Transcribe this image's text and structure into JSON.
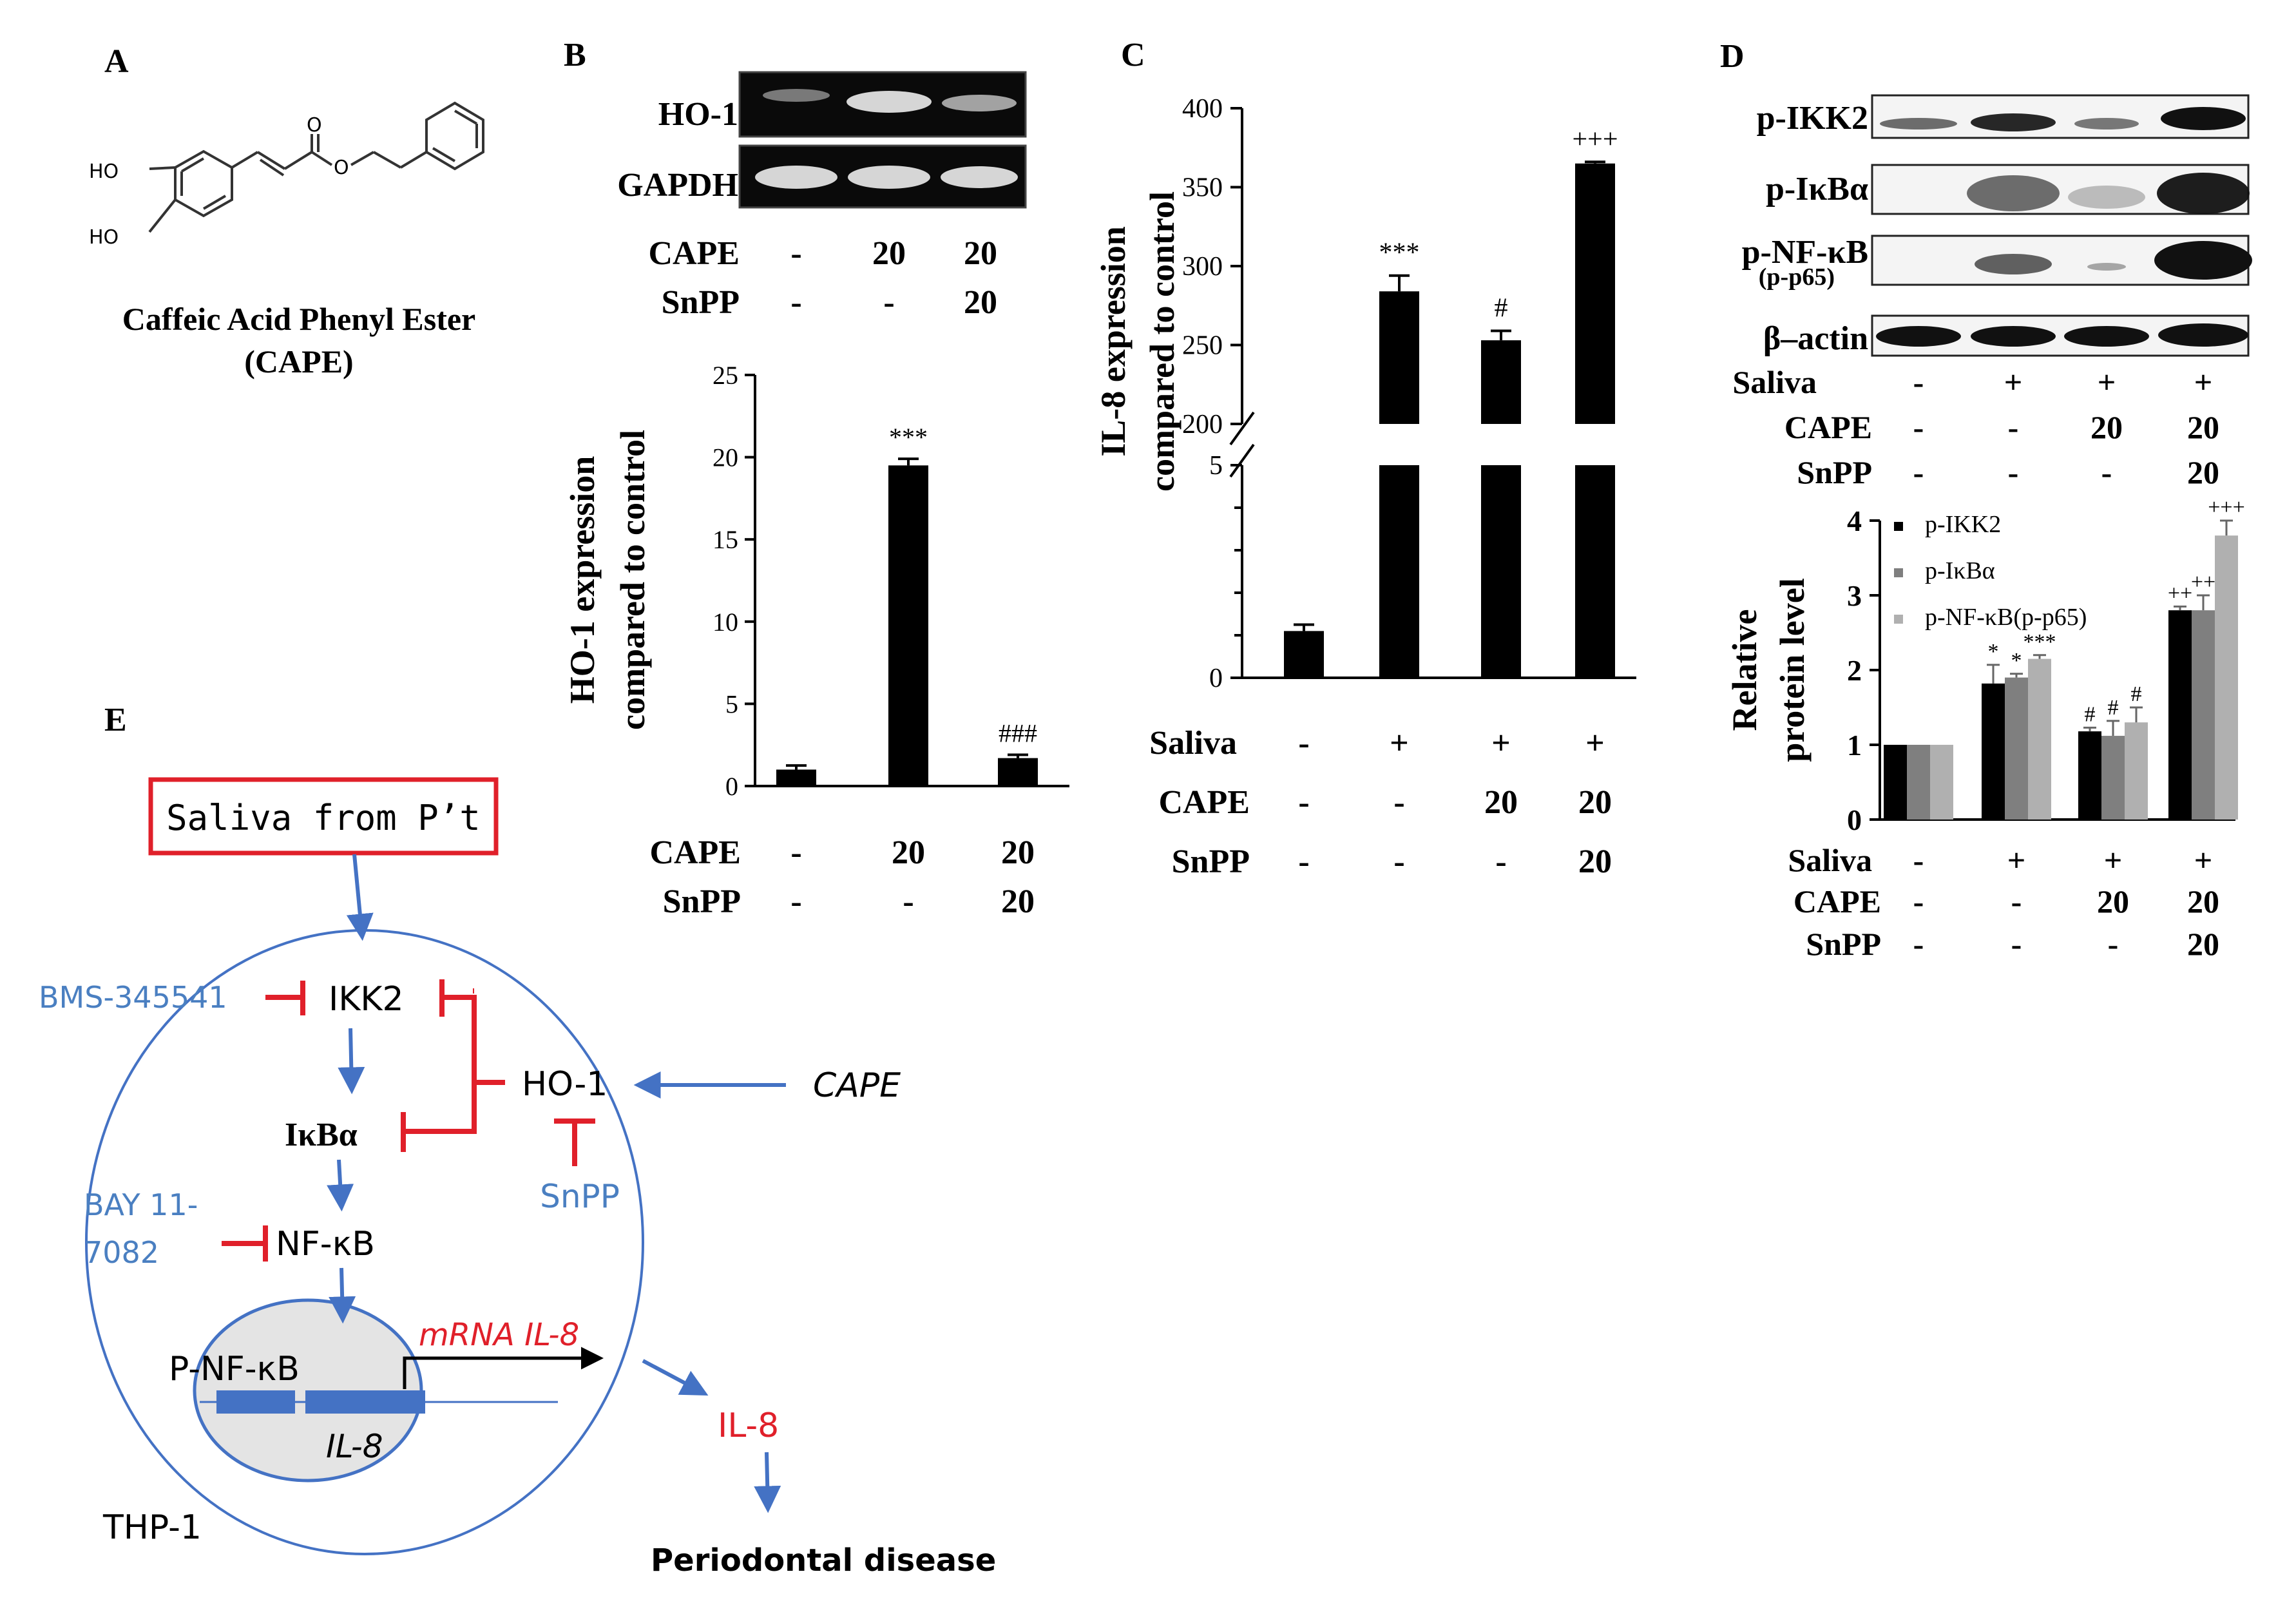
{
  "panel_labels": {
    "a": "A",
    "b": "B",
    "c": "C",
    "d": "D",
    "e": "E"
  },
  "panel_a": {
    "name": "Caffeic Acid Phenyl Ester",
    "abbr": "(CAPE)",
    "atoms": {
      "ho1": "HO",
      "ho2": "HO",
      "o_carbonyl": "O",
      "o_ester": "O"
    }
  },
  "panel_b": {
    "gel_bands": [
      "HO-1",
      "GAPDH"
    ],
    "gel_rows": [
      {
        "label": "CAPE",
        "values": [
          "-",
          "20",
          "20"
        ]
      },
      {
        "label": "SnPP",
        "values": [
          "-",
          "-",
          "20"
        ]
      }
    ],
    "chart_rows": [
      {
        "label": "CAPE",
        "values": [
          "-",
          "20",
          "20"
        ]
      },
      {
        "label": "SnPP",
        "values": [
          "-",
          "-",
          "20"
        ]
      }
    ]
  },
  "panel_c": {
    "rows": [
      {
        "label": "Saliva",
        "values": [
          "-",
          "+",
          "+",
          "+"
        ]
      },
      {
        "label": "CAPE",
        "values": [
          "-",
          "-",
          "20",
          "20"
        ]
      },
      {
        "label": "SnPP",
        "values": [
          "-",
          "-",
          "-",
          "20"
        ]
      }
    ]
  },
  "panel_d": {
    "blot_bands": [
      "p-IKK2",
      "p-IκBα",
      "p-NF-κB",
      "β–actin"
    ],
    "blot_band_sub": "(p-p65)",
    "blot_rows": [
      {
        "label": "Saliva",
        "values": [
          "-",
          "+",
          "+",
          "+"
        ]
      },
      {
        "label": "CAPE",
        "values": [
          "-",
          "-",
          "20",
          "20"
        ]
      },
      {
        "label": "SnPP",
        "values": [
          "-",
          "-",
          "-",
          "20"
        ]
      }
    ],
    "chart_rows": [
      {
        "label": "Saliva",
        "values": [
          "-",
          "+",
          "+",
          "+"
        ]
      },
      {
        "label": "CAPE",
        "values": [
          "-",
          "-",
          "20",
          "20"
        ]
      },
      {
        "label": "SnPP",
        "values": [
          "-",
          "-",
          "-",
          "20"
        ]
      }
    ]
  },
  "chart_data": [
    {
      "id": "B",
      "type": "bar",
      "categories": [
        "control",
        "CAPE 20",
        "CAPE 20 + SnPP 20"
      ],
      "values": [
        1.0,
        19.5,
        1.7
      ],
      "errors": [
        0.25,
        0.4,
        0.2
      ],
      "annotations": [
        "",
        "***",
        "###"
      ],
      "ylabel": "HO-1 expression compared to control",
      "ylim": [
        0,
        25
      ],
      "yticks": [
        0,
        5,
        10,
        15,
        20,
        25
      ],
      "bar_color": "#000000"
    },
    {
      "id": "C",
      "type": "bar",
      "categories": [
        "control",
        "Saliva",
        "Saliva + CAPE 20",
        "Saliva + CAPE 20 + SnPP 20"
      ],
      "values": [
        1.1,
        284,
        253,
        365
      ],
      "errors": [
        0.15,
        10,
        6,
        1
      ],
      "annotations": [
        "",
        "***",
        "#",
        "+++"
      ],
      "ylabel": "IL-8 expression compared to control",
      "axis_break": true,
      "yticks_lower": [
        0,
        5
      ],
      "yticks_upper": [
        200,
        250,
        300,
        350,
        400
      ],
      "ylim_lower": [
        0,
        5
      ],
      "ylim_upper": [
        200,
        400
      ],
      "bar_color": "#000000"
    },
    {
      "id": "D",
      "type": "bar",
      "categories": [
        "control",
        "Saliva",
        "Saliva + CAPE 20",
        "Saliva + CAPE 20 + SnPP 20"
      ],
      "series": [
        {
          "name": "p-IKK2",
          "values": [
            1.0,
            1.82,
            1.18,
            2.8
          ],
          "errors": [
            0,
            0.25,
            0.05,
            0.05
          ],
          "annotations": [
            "",
            "*",
            "#",
            "++"
          ],
          "color": "#000000"
        },
        {
          "name": "p-IκBα",
          "values": [
            1.0,
            1.9,
            1.12,
            2.8
          ],
          "errors": [
            0,
            0.05,
            0.2,
            0.2
          ],
          "annotations": [
            "",
            "*",
            "#",
            "++"
          ],
          "color": "#7f7f7f"
        },
        {
          "name": "p-NF-κB(p-p65)",
          "values": [
            1.0,
            2.15,
            1.3,
            3.8
          ],
          "errors": [
            0,
            0.05,
            0.2,
            0.2
          ],
          "annotations": [
            "",
            "***",
            "#",
            "+++"
          ],
          "color": "#b0b0b0"
        }
      ],
      "ylabel": "Relative protein level",
      "ylim": [
        0,
        4
      ],
      "yticks": [
        0,
        1,
        2,
        3,
        4
      ],
      "legend_position": "top-left"
    }
  ],
  "panel_e": {
    "saliva_box": "Saliva from P’t",
    "bms": "BMS-345541",
    "ikk2": "IKK2",
    "ho1": "HO-1",
    "cape": "CAPE",
    "ikba": "IκBα",
    "snpp": "SnPP",
    "bay_line1": "BAY 11-",
    "bay_line2": "7082",
    "nfkb": "NF-κB",
    "mrna": "mRNA IL-8",
    "pnfkb": "P-NF-κB",
    "il8_gene": "IL-8",
    "il8_out": "IL-8",
    "thp1": "THP-1",
    "disease": "Periodontal disease",
    "colors": {
      "blue": "#4472c4",
      "red": "#e0202a",
      "blue_text": "#4a7fc1",
      "nucleus_fill": "#e4e4e4",
      "box_fill": "#4472c4"
    }
  }
}
